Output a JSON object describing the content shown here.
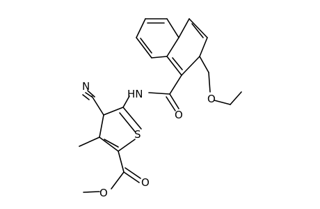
{
  "atom_labels": {
    "cyano_n": "N",
    "amide_nh": "HN",
    "amide_o": "O",
    "ether_o": "O",
    "ring_s": "S",
    "ester_o_carbonyl": "O",
    "ester_o_methoxy": "O"
  },
  "colors": {
    "bond": "#000000",
    "label": "#000000",
    "background": "#ffffff"
  }
}
